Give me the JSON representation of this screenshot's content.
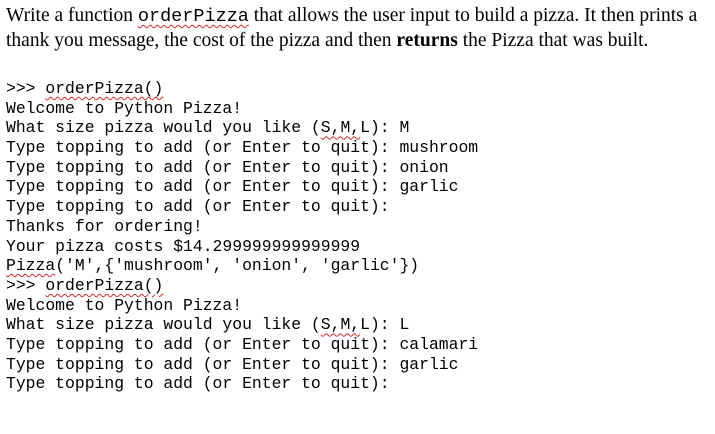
{
  "instructions": {
    "part1": "Write a function ",
    "func_name": "orderPizza",
    "part2": " that allows the user input to build a pizza.  It then prints a thank you message, the cost of the pizza and then ",
    "bold_word": "returns",
    "part3": " the Pizza that was built."
  },
  "session": {
    "line1_prompt": ">>> ",
    "line1_call": "orderPizza()",
    "line2": "Welcome to Python Pizza!",
    "line3_a": "What size pizza would you like (",
    "line3_sml": "S,M,",
    "line3_b": "L): M",
    "line4": "Type topping to add (or Enter to quit): mushroom",
    "line5": "Type topping to add (or Enter to quit): onion",
    "line6": "Type topping to add (or Enter to quit): garlic",
    "line7": "Type topping to add (or Enter to quit):",
    "line8": "Thanks for ordering!",
    "line9": "Your pizza costs $14.299999999999999",
    "line10_a": "Pizza",
    "line10_b": "('M',{'mushroom', 'onion', 'garlic'})",
    "line11_prompt": ">>> ",
    "line11_call": "orderPizza()",
    "line12": "Welcome to Python Pizza!",
    "line13_a": "What size pizza would you like (",
    "line13_sml": "S,M,",
    "line13_b": "L): L",
    "line14": "Type topping to add (or Enter to quit): calamari",
    "line15": "Type topping to add (or Enter to quit): garlic",
    "line16": "Type topping to add (or Enter to quit):"
  }
}
